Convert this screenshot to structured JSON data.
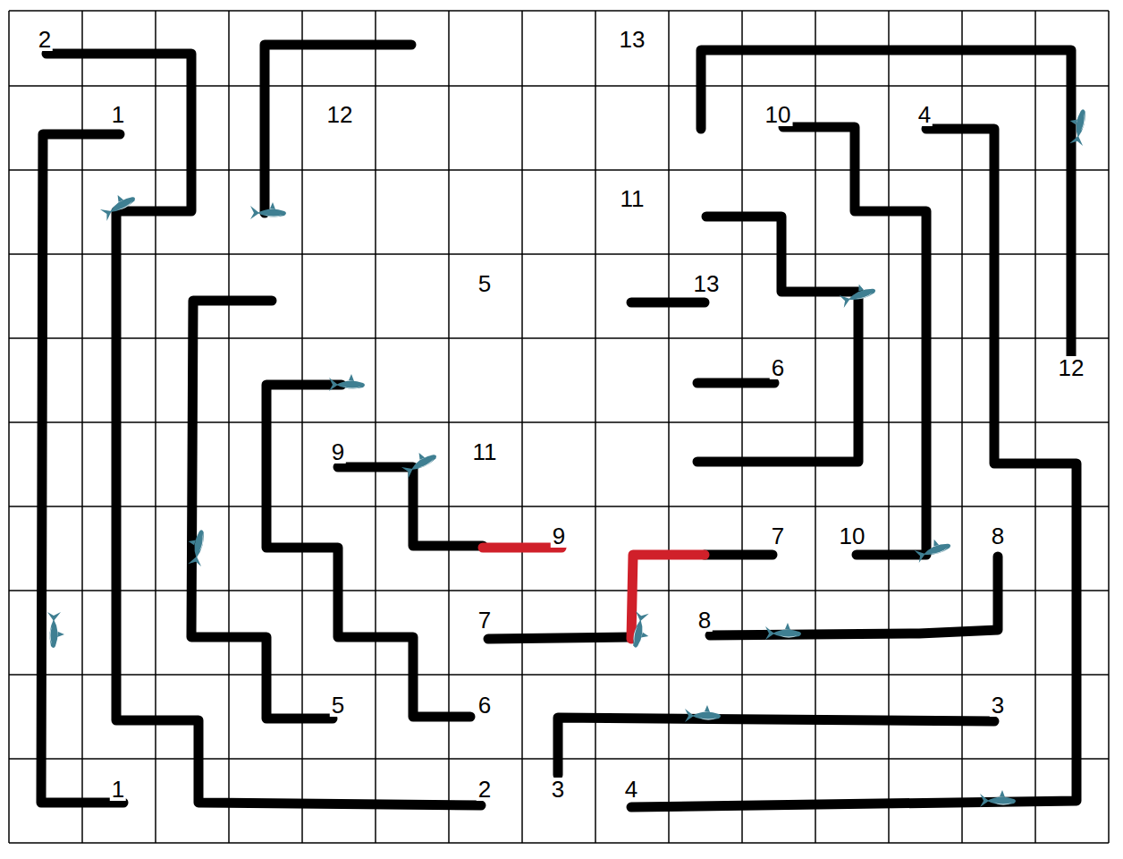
{
  "diagram": {
    "labels": [
      "2",
      "13",
      "1",
      "12",
      "10",
      "4",
      "11",
      "5",
      "13",
      "6",
      "12",
      "9",
      "11",
      "9",
      "7",
      "10",
      "8",
      "7",
      "8",
      "5",
      "6",
      "3",
      "1",
      "2",
      "3",
      "4"
    ]
  }
}
